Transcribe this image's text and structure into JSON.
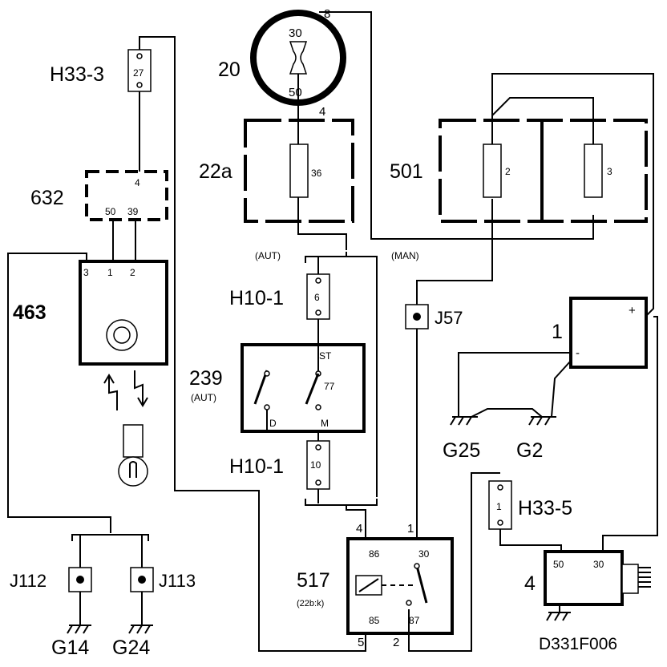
{
  "labels": {
    "ignition_switch": "20",
    "ign_t30": "30",
    "ign_t50": "50",
    "ign_w8": "8",
    "ign_w4": "4",
    "fusebox_a": "22a",
    "fuse_36": "36",
    "fusebox_501": "501",
    "fuse_2": "2",
    "fuse_3": "3",
    "conn_h33_3": "H33-3",
    "conn_h33_3_pin": "27",
    "unit_632": "632",
    "unit_632_pin4": "4",
    "unit_632_pin50": "50",
    "unit_632_pin39": "39",
    "unit_463": "463",
    "unit_463_pin3": "3",
    "unit_463_pin1": "1",
    "unit_463_pin2": "2",
    "aut_label": "(AUT)",
    "man_label": "(MAN)",
    "conn_h10_1_top": "H10-1",
    "conn_h10_1_top_pin": "6",
    "switch_239": "239",
    "switch_239_sub": "(AUT)",
    "switch_239_st": "ST",
    "switch_239_77": "77",
    "switch_239_d": "D",
    "switch_239_m": "M",
    "conn_h10_1_bottom": "H10-1",
    "conn_h10_1_bottom_pin": "10",
    "junction_j57": "J57",
    "battery": "1",
    "battery_plus": "+",
    "battery_minus": "-",
    "ground_g25": "G25",
    "ground_g2": "G2",
    "conn_h33_5": "H33-5",
    "conn_h33_5_pin": "1",
    "starter": "4",
    "starter_50": "50",
    "starter_30": "30",
    "relay_517": "517",
    "relay_517_sub": "(22b:k)",
    "relay_86": "86",
    "relay_30": "30",
    "relay_85": "85",
    "relay_87": "87",
    "relay_w4": "4",
    "relay_w1": "1",
    "relay_w5": "5",
    "relay_w2": "2",
    "junction_j112": "J112",
    "junction_j113": "J113",
    "ground_g14": "G14",
    "ground_g24": "G24",
    "diagram_id": "D331F006"
  }
}
